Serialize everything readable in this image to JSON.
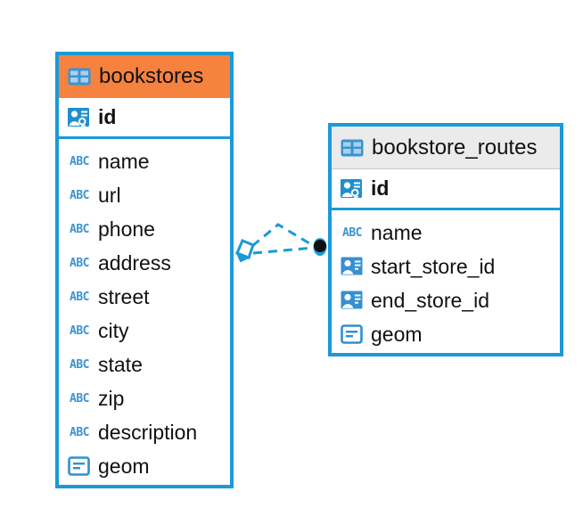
{
  "diagram": {
    "type": "entity-relationship-diagram",
    "background": "#ffffff",
    "accent_color": "#1a9ad7",
    "highlight_color": "#f5823f",
    "neutral_header_color": "#ebebeb"
  },
  "entities": [
    {
      "name": "bookstores",
      "header_style": "highlighted",
      "header_color": "#f5823f",
      "table_icon": "table-icon",
      "primary_key": {
        "label": "id",
        "icon": "primary-key-icon",
        "bold": true
      },
      "fields": [
        {
          "label": "name",
          "icon": "abc-icon",
          "icon_text": "ABC",
          "type": "string"
        },
        {
          "label": "url",
          "icon": "abc-icon",
          "icon_text": "ABC",
          "type": "string"
        },
        {
          "label": "phone",
          "icon": "abc-icon",
          "icon_text": "ABC",
          "type": "string"
        },
        {
          "label": "address",
          "icon": "abc-icon",
          "icon_text": "ABC",
          "type": "string"
        },
        {
          "label": "street",
          "icon": "abc-icon",
          "icon_text": "ABC",
          "type": "string"
        },
        {
          "label": "city",
          "icon": "abc-icon",
          "icon_text": "ABC",
          "type": "string"
        },
        {
          "label": "state",
          "icon": "abc-icon",
          "icon_text": "ABC",
          "type": "string"
        },
        {
          "label": "zip",
          "icon": "abc-icon",
          "icon_text": "ABC",
          "type": "string"
        },
        {
          "label": "description",
          "icon": "abc-icon",
          "icon_text": "ABC",
          "type": "string"
        },
        {
          "label": "geom",
          "icon": "geometry-icon",
          "type": "geometry"
        }
      ]
    },
    {
      "name": "bookstore_routes",
      "header_style": "neutral",
      "header_color": "#ebebeb",
      "table_icon": "table-icon",
      "primary_key": {
        "label": "id",
        "icon": "primary-key-icon",
        "bold": true
      },
      "fields": [
        {
          "label": "name",
          "icon": "abc-icon",
          "icon_text": "ABC",
          "type": "string"
        },
        {
          "label": "start_store_id",
          "icon": "foreign-key-icon",
          "type": "foreign-key"
        },
        {
          "label": "end_store_id",
          "icon": "foreign-key-icon",
          "type": "foreign-key"
        },
        {
          "label": "geom",
          "icon": "geometry-icon",
          "type": "geometry"
        }
      ]
    }
  ],
  "relationships": [
    {
      "from": "bookstores",
      "to": "bookstore_routes",
      "line_style": "dashed",
      "line_color": "#1a9ad7",
      "source_marker": "diamond-marker",
      "target_marker": "filled-circle-marker"
    }
  ]
}
